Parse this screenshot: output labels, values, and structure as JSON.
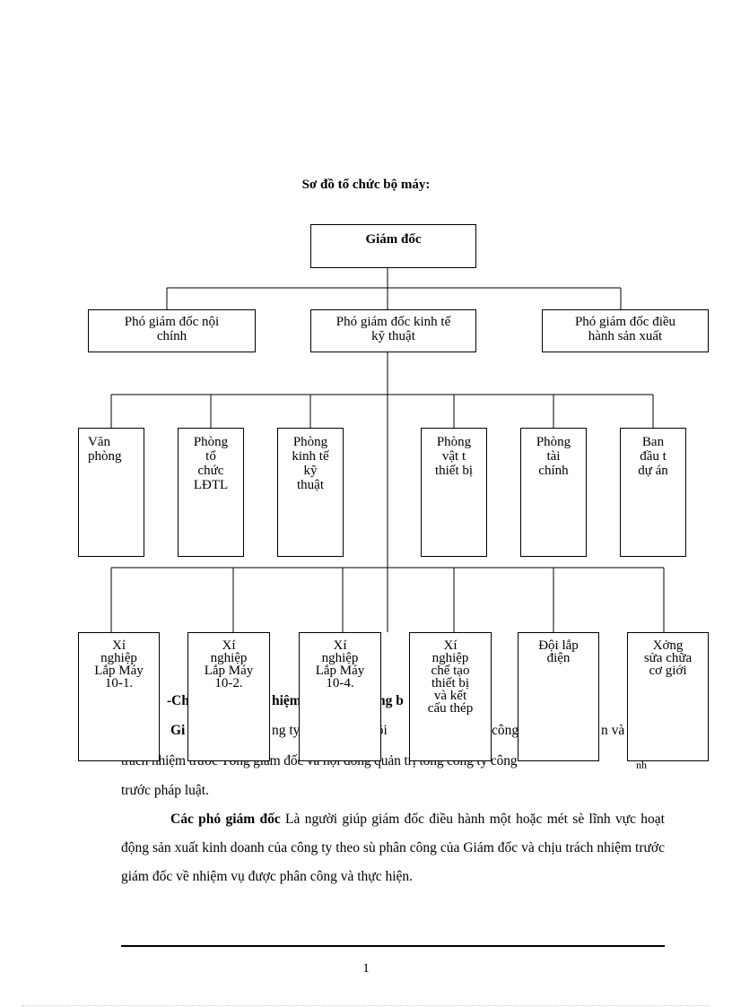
{
  "title": "Sơ đồ tổ chức bộ máy:",
  "org": {
    "director": "Giám đốc",
    "deputies": [
      "Phó giám đốc nội\nchính",
      "Phó giám đốc kinh tế\nkỹ thuật",
      "Phó giám đốc điều\nhành sản xuất"
    ],
    "departments": [
      "Văn\nphòng",
      "Phòng\ntổ\nchức\nLĐTL",
      "Phòng\nkinh tế\nkỹ\nthuật",
      "Phòng\nvật t\nthiết bị",
      "Phòng\ntài\nchính",
      "Ban\nđầu t\ndự án"
    ],
    "units": [
      "Xí\nnghiệp\nLắp Máy\n10-1.",
      "Xí\nnghiệp\nLắp Máy\n10-2.",
      "Xí\nnghiệp\nLắp Máy\n10-4.",
      "Xí\nnghiệp\nchế tạo\nthiết bị\nvà kết\ncấu thép",
      "Đội lắp\nđiện",
      "Xởng\nsửa chữa\ncơ giới"
    ]
  },
  "hidden_fragments": {
    "heading_a": "-Ch",
    "heading_b": "hiệm",
    "heading_c": "ng b",
    "line1_a": "Gi",
    "line1_b": "ng ty",
    "line1_c": "hội",
    "line1_d": "công",
    "line1_e": "n và",
    "line2": "trách nhiệm trước Tổng giám đốc và hội đồng quản trị tổng công ty công",
    "line2_end": "nh"
  },
  "paragraphs": {
    "p1_end": "trước pháp luật.",
    "p2_bold": "Các phó giám đốc",
    "p2_text": "  Là người giúp giám đốc điều hành một hoặc mét sè lĩnh vực hoạt động sản xuất kinh doanh của công ty theo sù phân công của Giám đốc và chịu trách nhiệm trước giám đốc về nhiệm vụ được phân công và thực hiện."
  },
  "page_number": "1"
}
